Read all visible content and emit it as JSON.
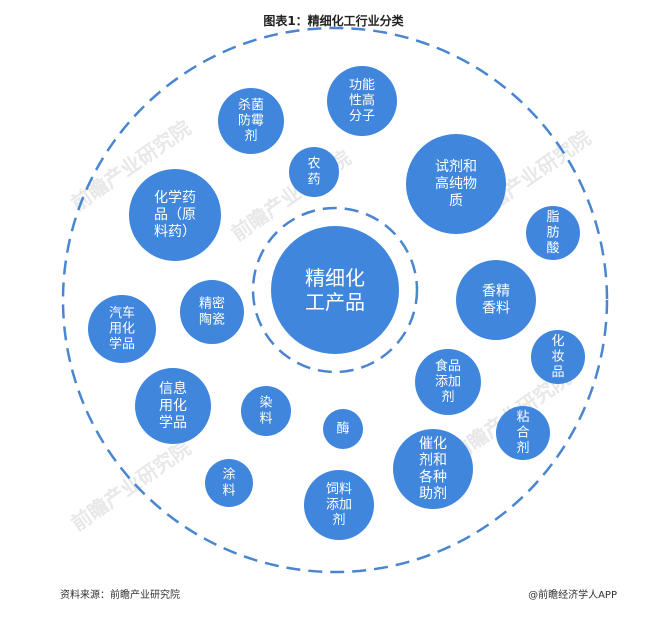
{
  "title": "图表1：精细化工行业分类",
  "center_label": [
    "精细化",
    "工产品"
  ],
  "categories": [
    {
      "id": "bactericide",
      "lines": [
        "杀菌",
        "防霉",
        "剂"
      ]
    },
    {
      "id": "functional-polymer",
      "lines": [
        "功能",
        "性高",
        "分子"
      ]
    },
    {
      "id": "pesticide",
      "lines": [
        "农",
        "药"
      ]
    },
    {
      "id": "reagents",
      "lines": [
        "试剂和",
        "高纯物",
        "质"
      ]
    },
    {
      "id": "chemical-drugs",
      "lines": [
        "化学药",
        "品（原",
        "料药）"
      ]
    },
    {
      "id": "fatty-acid",
      "lines": [
        "脂",
        "肪",
        "酸"
      ]
    },
    {
      "id": "fine-ceramics",
      "lines": [
        "精密",
        "陶瓷"
      ]
    },
    {
      "id": "flavors-fragrances",
      "lines": [
        "香精",
        "香料"
      ]
    },
    {
      "id": "auto-chemicals",
      "lines": [
        "汽车",
        "用化",
        "学品"
      ]
    },
    {
      "id": "cosmetics",
      "lines": [
        "化",
        "妆",
        "品"
      ]
    },
    {
      "id": "food-additives",
      "lines": [
        "食品",
        "添加",
        "剂"
      ]
    },
    {
      "id": "info-chemicals",
      "lines": [
        "信息",
        "用化",
        "学品"
      ]
    },
    {
      "id": "dyes",
      "lines": [
        "染",
        "料"
      ]
    },
    {
      "id": "enzyme",
      "lines": [
        "酶"
      ]
    },
    {
      "id": "adhesive",
      "lines": [
        "粘",
        "合",
        "剂"
      ]
    },
    {
      "id": "catalysts",
      "lines": [
        "催化",
        "剂和",
        "各种",
        "助剂"
      ]
    },
    {
      "id": "coatings",
      "lines": [
        "涂",
        "料"
      ]
    },
    {
      "id": "feed-additives",
      "lines": [
        "饲料",
        "添加",
        "剂"
      ]
    }
  ],
  "watermark": "前瞻产业研究院",
  "footer": {
    "source": "资料来源：前瞻产业研究院",
    "credit": "@前瞻经济学人APP"
  },
  "colors": {
    "bubble": "#3f86dc",
    "dashed": "#4a86d0",
    "text": "#ffffff"
  }
}
